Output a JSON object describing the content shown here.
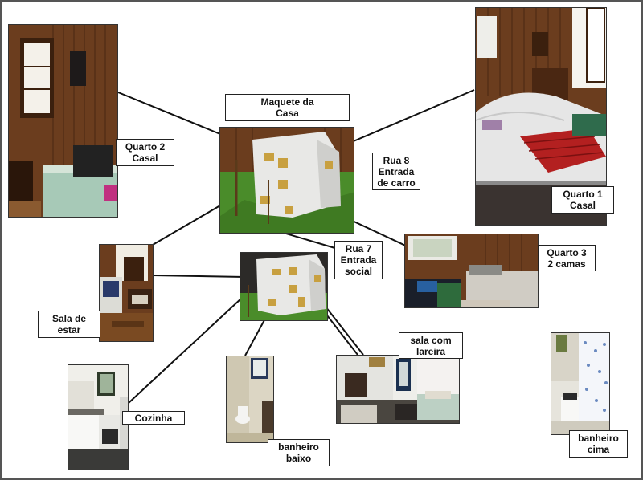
{
  "labels": {
    "maquete": "Maquete da\nCasa",
    "rua8": "Rua 8\nEntrada\nde carro",
    "rua7": "Rua 7\nEntrada\nsocial",
    "quarto2": "Quarto 2\nCasal",
    "quarto1": "Quarto 1\nCasal",
    "quarto3": "Quarto 3\n2 camas",
    "sala_estar": "Sala de\nestar",
    "sala_lareira": "sala com\nlareira",
    "cozinha": "Cozinha",
    "banheiro_baixo": "banheiro\nbaixo",
    "banheiro_cima": "banheiro\ncima"
  },
  "colors": {
    "wood": "#6b3d1e",
    "wood_dark": "#3b200e",
    "tile": "#e8e4dc",
    "grass": "#4a8c2a",
    "connector": "#111111"
  }
}
